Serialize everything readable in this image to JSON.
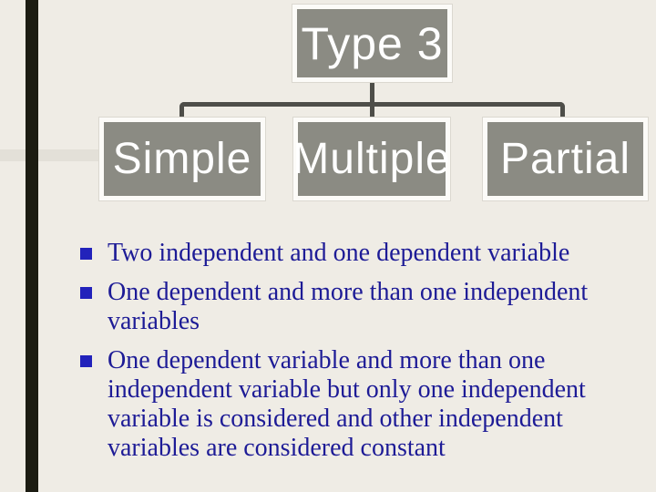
{
  "slide": {
    "background_color": "#efece5",
    "accent_bar_color": "#1c1c12"
  },
  "diagram": {
    "root": {
      "label": "Type 3"
    },
    "children": [
      {
        "label": "Simple"
      },
      {
        "label": "Multiple"
      },
      {
        "label": "Partial"
      }
    ],
    "box_fill_color": "#8b8b83",
    "box_border_color": "#fcfbf8",
    "box_text_color": "#ffffff",
    "connector_color": "#4e4e49"
  },
  "bullets": {
    "marker_color": "#2222bb",
    "text_color": "#1d1b96",
    "items": [
      {
        "text": "Two independent and one dependent variable",
        "lines": [
          "Two independent and one dependent variable"
        ]
      },
      {
        "text": "One dependent and more than one independent variables",
        "lines": [
          "One dependent and more than one independent",
          "variables"
        ]
      },
      {
        "text": "One dependent variable and more than one independent variable but only one independent variable is considered and other independent variables are considered constant",
        "lines": [
          "One dependent variable and more than one",
          "independent variable but only one independent",
          "variable is considered and other independent",
          "variables are considered constant"
        ]
      }
    ]
  }
}
